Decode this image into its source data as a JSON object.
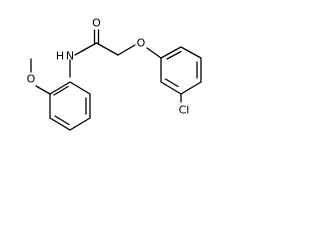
{
  "molecule": {
    "atoms": {
      "carbonyl_oxygen": "O",
      "amide_nitrogen": "N",
      "amide_hydrogen": "H",
      "ether_oxygen": "O",
      "methoxy_oxygen": "O",
      "chlorine": "Cl"
    }
  }
}
